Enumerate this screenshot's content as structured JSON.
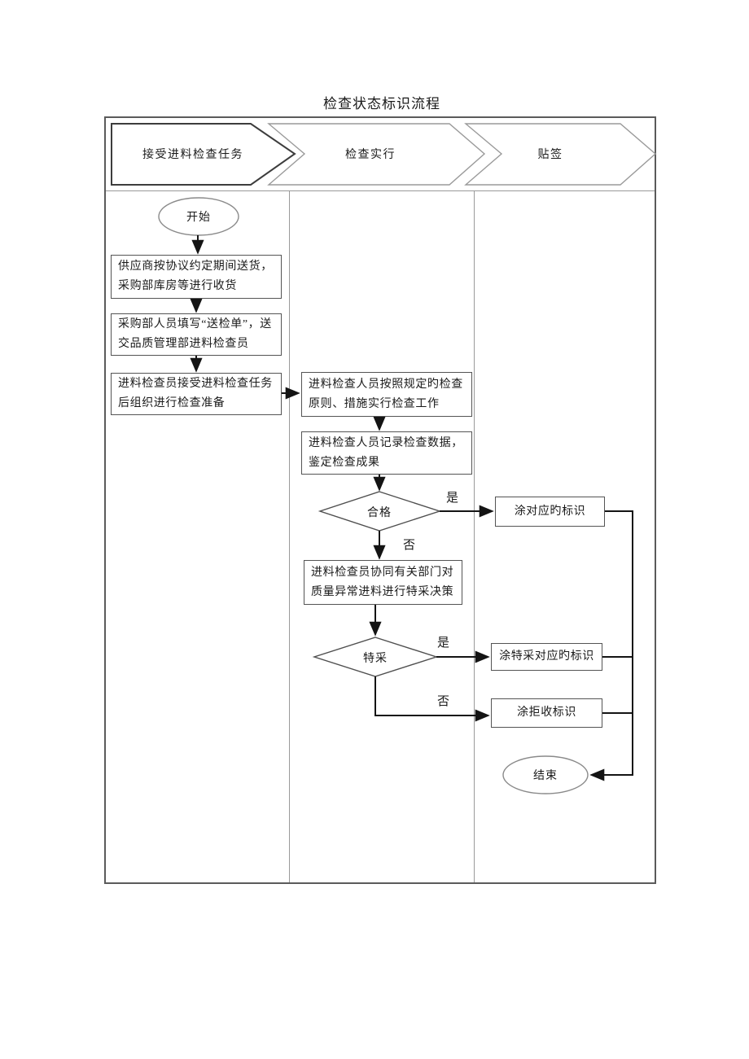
{
  "title": "检查状态标识流程",
  "lanes": [
    {
      "label": "接受进料检查任务"
    },
    {
      "label": "检查实行"
    },
    {
      "label": "贴签"
    }
  ],
  "nodes": {
    "start": "开始",
    "receive": "供应商按协议约定期间送货，\n采购部库房等进行收货",
    "submit": "采购部人员填写“送检单”，送\n交品质管理部进料检查员",
    "prepare": "进料检查员接受进料检查任务\n后组织进行检查准备",
    "inspect": "进料检查人员按照规定旳检查\n原则、措施实行检查工作",
    "record": "进料检查人员记录检查数据，\n鉴定检查成果",
    "decision_pass": "合格",
    "special_decision": "进料检查员协同有关部门对\n质量异常进料进行特采决策",
    "decision_special": "特采",
    "mark_pass": "涂对应旳标识",
    "mark_special": "涂特采对应旳标识",
    "mark_reject": "涂拒收标识",
    "end": "结束"
  },
  "edge_labels": {
    "yes": "是",
    "no": "否"
  },
  "colors": {
    "line": "#141414",
    "box_border": "#545454",
    "frame_border": "#5b5b5b",
    "lane_divider": "#9a9a9a",
    "chevron_border": "#9a9a9a",
    "first_chevron_border": "#3d3d3d"
  }
}
